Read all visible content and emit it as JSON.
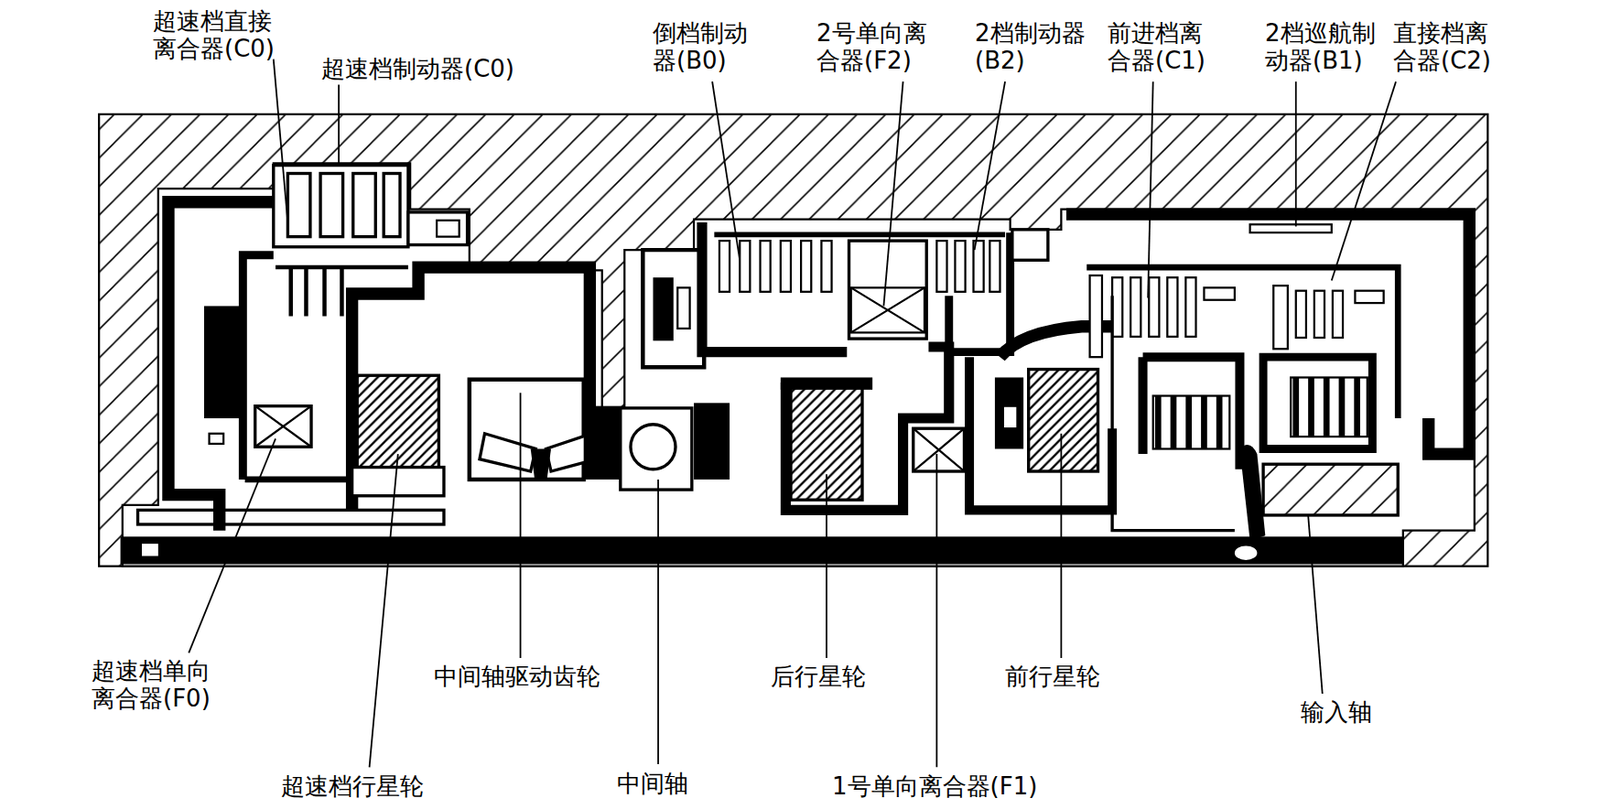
{
  "diagram": {
    "labels": [
      "超速档直接 离合器(C0)",
      "超速档制动器(C0)",
      "倒档制动 器(B0)",
      "2号单向离 合器(F2)",
      "2档制动器 (B2)",
      "前进档离 合器(C1)",
      "2档巡航制 动器(B1)",
      "直接档离 合器(C2)",
      "超速档单向 离合器(F0)",
      "中间轴驱动齿轮",
      "超速档行星轮",
      "中间轴",
      "后行星轮",
      "1号单向离合器(F1)",
      "前行星轮",
      "输入轴"
    ]
  }
}
